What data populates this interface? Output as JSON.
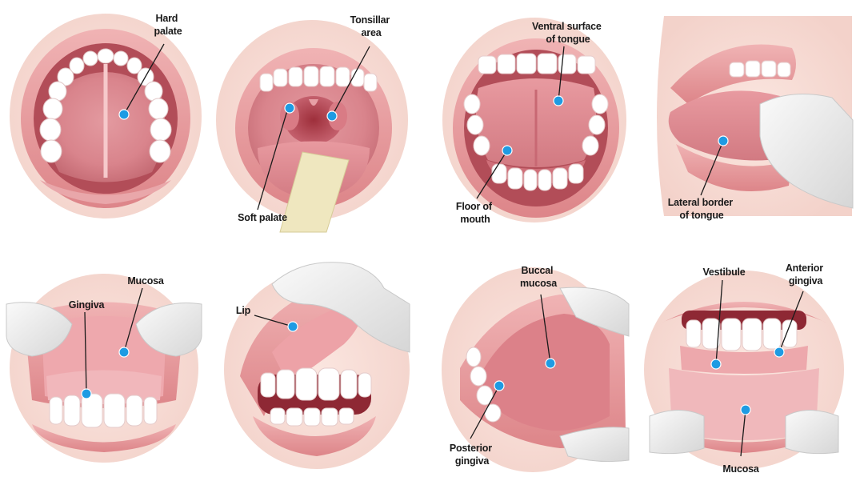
{
  "panels": [
    {
      "id": "hard-palate",
      "labels": [
        [
          "Hard",
          "palate"
        ]
      ]
    },
    {
      "id": "tonsillar",
      "labels": [
        [
          "Tonsillar",
          "area"
        ],
        [
          "Soft palate"
        ]
      ]
    },
    {
      "id": "ventral",
      "labels": [
        [
          "Ventral surface",
          "of tongue"
        ],
        [
          "Floor of",
          "mouth"
        ]
      ]
    },
    {
      "id": "lateral",
      "labels": [
        [
          "Lateral border",
          "of tongue"
        ]
      ]
    },
    {
      "id": "gingiva",
      "labels": [
        [
          "Mucosa"
        ],
        [
          "Gingiva"
        ]
      ]
    },
    {
      "id": "lip",
      "labels": [
        [
          "Lip"
        ]
      ]
    },
    {
      "id": "buccal",
      "labels": [
        [
          "Buccal",
          "mucosa"
        ],
        [
          "Posterior",
          "gingiva"
        ]
      ]
    },
    {
      "id": "vestibule",
      "labels": [
        [
          "Vestibule"
        ],
        [
          "Anterior",
          "gingiva"
        ],
        [
          "Mucosa"
        ]
      ]
    }
  ],
  "colors": {
    "marker": "#1e9be3",
    "label": "#1a1a1a",
    "lip": "#e58f92",
    "mucosa": "#d97b83",
    "teeth": "#ffffff",
    "glove": "#ececec"
  }
}
